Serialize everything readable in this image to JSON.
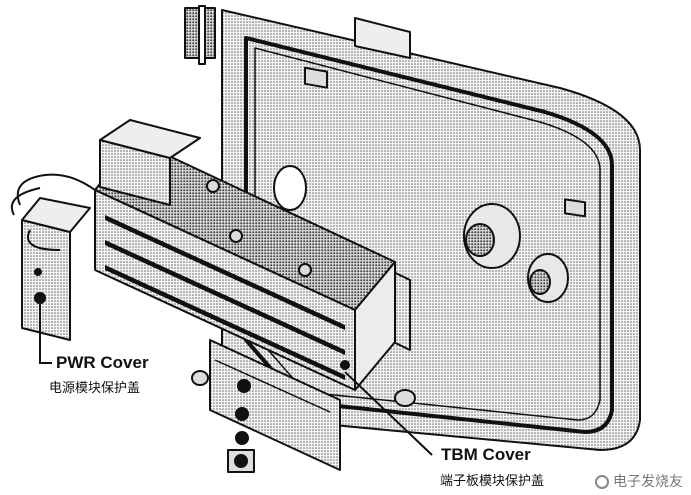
{
  "callouts": {
    "pwr": {
      "title": "PWR Cover",
      "subtitle": "电源模块保护盖"
    },
    "tbm": {
      "title": "TBM Cover",
      "subtitle": "端子板模块保护盖"
    }
  },
  "watermark": {
    "text": "电子发烧友",
    "icon": "logo-icon"
  },
  "colors": {
    "line": "#111111",
    "stipple": "#bdbdbd",
    "paper": "#ffffff"
  }
}
